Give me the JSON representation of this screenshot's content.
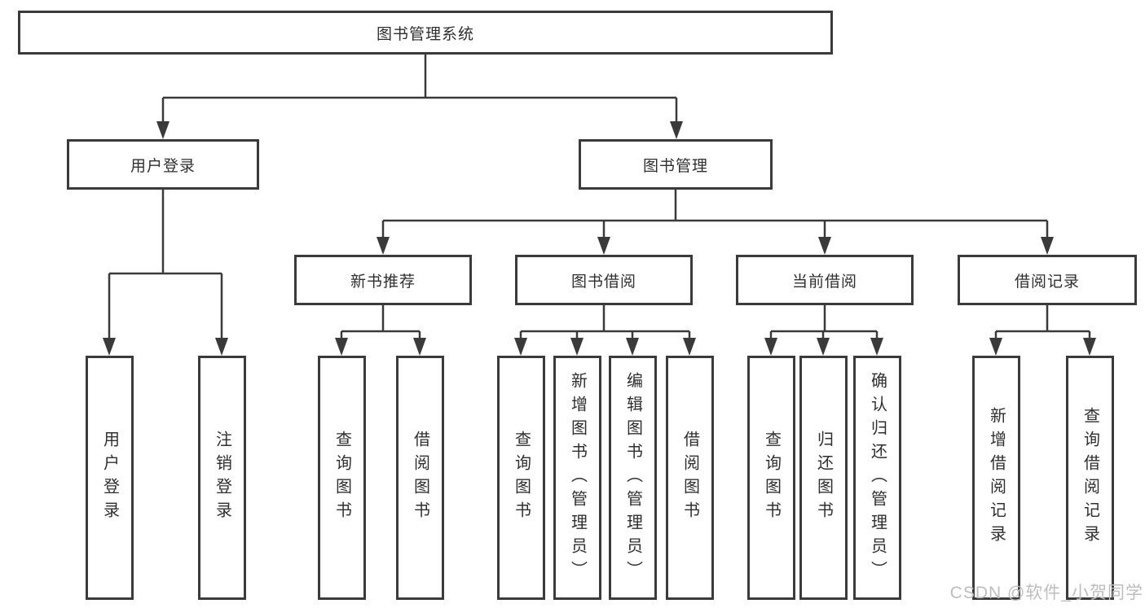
{
  "diagram": {
    "title": "图书管理系统",
    "level2": [
      "用户登录",
      "图书管理"
    ],
    "level3": [
      "新书推荐",
      "图书借阅",
      "当前借阅",
      "借阅记录"
    ],
    "leaves": [
      "用户登录",
      "注销登录",
      "查询图书",
      "借阅图书",
      "查询图书",
      "新增图书（管理员）",
      "编辑图书（管理员）",
      "借阅图书",
      "查询图书",
      "归还图书",
      "确认归还（管理员）",
      "新增借阅记录",
      "查询借阅记录"
    ],
    "watermark": "CSDN @软件_小贺同学",
    "colors": {
      "line": "#3a3a3a",
      "border": "#3b3b3b",
      "text": "#2f2f2f",
      "watermark": "#bdbdbd",
      "background": "#ffffff"
    }
  }
}
